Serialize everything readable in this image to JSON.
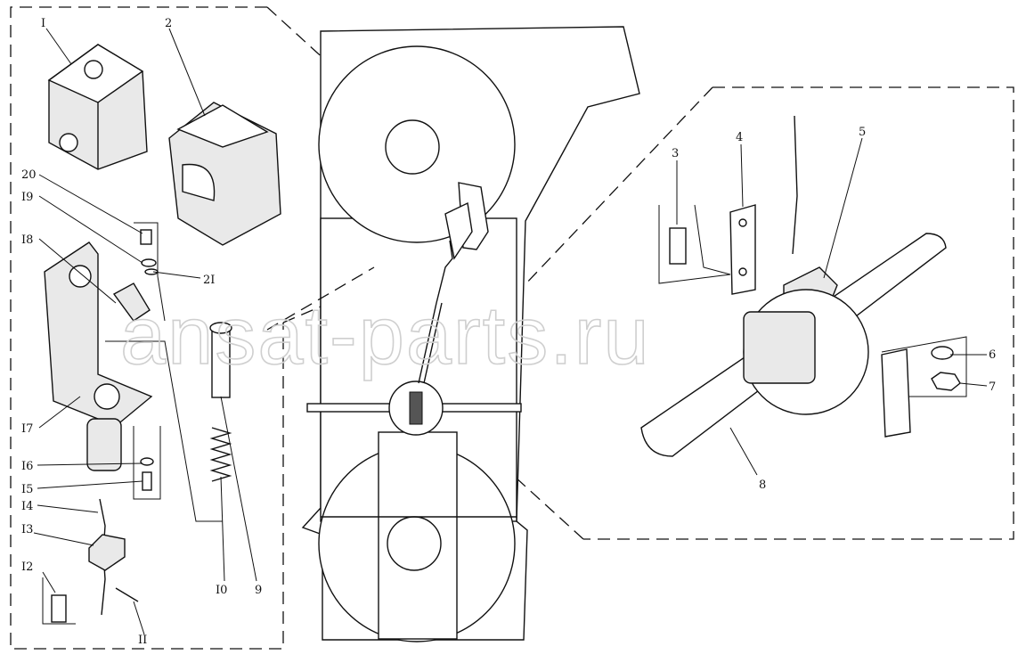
{
  "watermark": "ansat-parts.ru",
  "callouts": [
    {
      "label": "I"
    },
    {
      "label": "2"
    },
    {
      "label": "3"
    },
    {
      "label": "4"
    },
    {
      "label": "5"
    },
    {
      "label": "6"
    },
    {
      "label": "7"
    },
    {
      "label": "8"
    },
    {
      "label": "9"
    },
    {
      "label": "I0"
    },
    {
      "label": "II"
    },
    {
      "label": "I2"
    },
    {
      "label": "I3"
    },
    {
      "label": "I4"
    },
    {
      "label": "I5"
    },
    {
      "label": "I6"
    },
    {
      "label": "I7"
    },
    {
      "label": "I8"
    },
    {
      "label": "I9"
    },
    {
      "label": "20"
    },
    {
      "label": "2I"
    }
  ]
}
